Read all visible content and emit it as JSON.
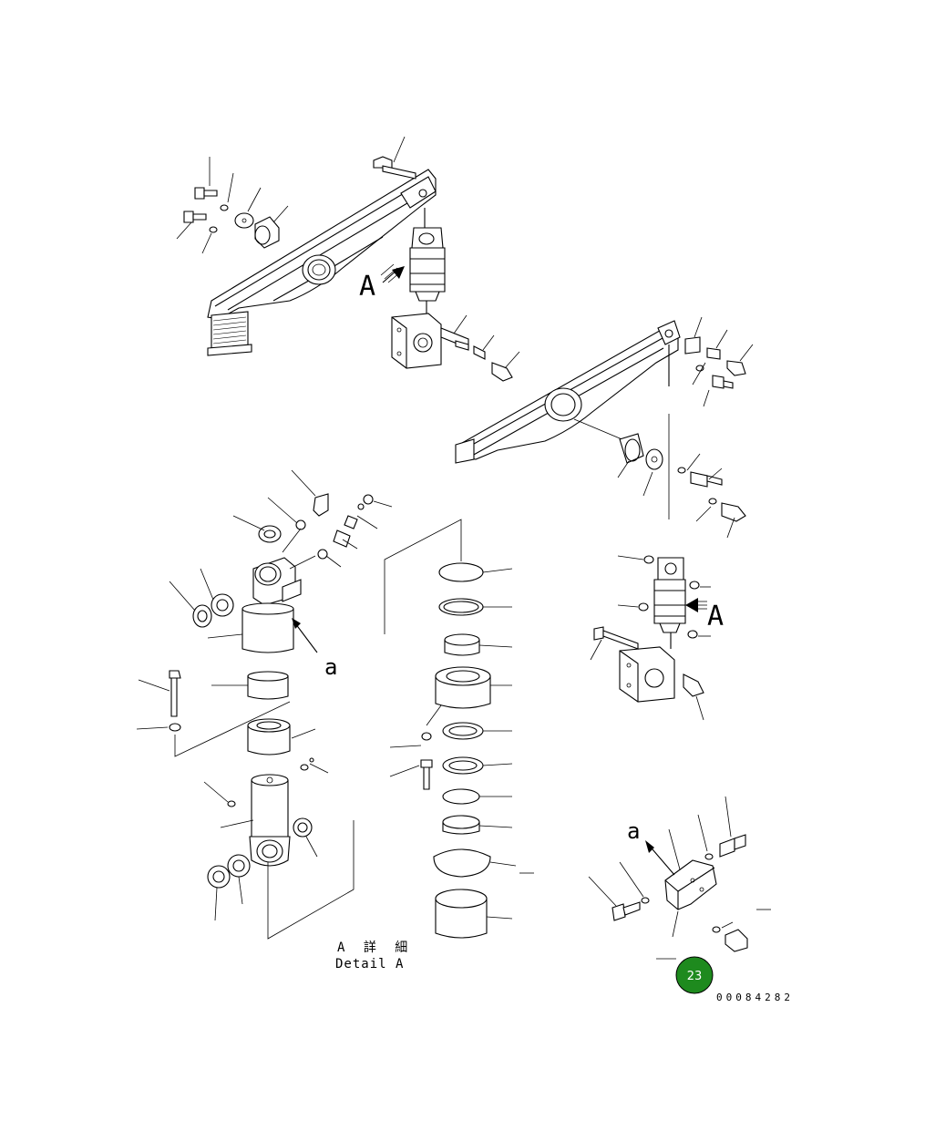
{
  "diagram": {
    "view_labels": {
      "upper_view": "A",
      "right_view": "A",
      "detail_marker": "a",
      "detail_marker_lower": "a"
    },
    "detail_caption": {
      "japanese": "A 詳 細",
      "english": "Detail A"
    },
    "part_number": "00084282",
    "page_badge": {
      "text": "23",
      "color": "#1e8a1e"
    }
  }
}
